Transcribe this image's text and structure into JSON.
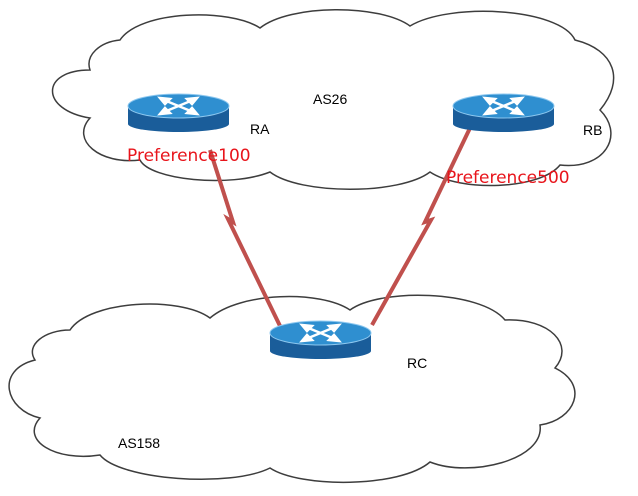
{
  "colors": {
    "cloud_stroke": "#3d3d3d",
    "cloud_fill": "#ffffff",
    "link": "#c0504d",
    "router_top": "#2f8fd0",
    "router_side": "#1a5d9a",
    "preference_text": "#e8141b"
  },
  "clouds": [
    {
      "name": "AS26",
      "label": "AS26"
    },
    {
      "name": "AS158",
      "label": "AS158"
    }
  ],
  "routers": [
    {
      "id": "RA",
      "label": "RA",
      "icon": "router-icon"
    },
    {
      "id": "RB",
      "label": "RB",
      "icon": "router-icon"
    },
    {
      "id": "RC",
      "label": "RC",
      "icon": "router-icon"
    }
  ],
  "links": [
    {
      "from": "RA",
      "to": "RC",
      "style": "serial-lightning",
      "preference": "Preference100"
    },
    {
      "from": "RB",
      "to": "RC",
      "style": "serial-lightning",
      "preference": "Preference500"
    }
  ]
}
